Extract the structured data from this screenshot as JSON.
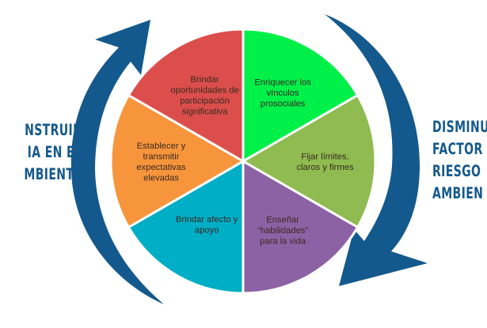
{
  "diagram": {
    "title": "Factores de resiliencia",
    "left_label": {
      "lines": [
        "CONSTRUIR",
        "RESILIENCIA EN EL",
        "AMBIENTE"
      ],
      "visible_lines": [
        "NSTRUIR",
        "IA EN EL",
        "MBIENTE"
      ]
    },
    "right_label": {
      "lines": [
        "DISMINUIR",
        "FACTORES DE",
        "RIESGO EN EL",
        "AMBIENTE"
      ],
      "visible_lines": [
        "DISMINU",
        "FACTOR",
        "RIESGO",
        "AMBIEN"
      ]
    },
    "slices": [
      {
        "id": "enriquecer",
        "lines": [
          "Enriquecer los",
          "vínculos",
          "prosociales"
        ],
        "color": "#00f04a"
      },
      {
        "id": "fijar",
        "lines": [
          "Fijar límites,",
          "claros y firmes"
        ],
        "color": "#8fbb50"
      },
      {
        "id": "ensenar",
        "lines": [
          "Enseñar",
          "“habilidades”",
          "para la vida"
        ],
        "color": "#8c62a5"
      },
      {
        "id": "afecto",
        "lines": [
          "Brindar afecto y",
          "apoyo"
        ],
        "color": "#00aec6"
      },
      {
        "id": "establecer",
        "lines": [
          "Establecer y",
          "transmitir",
          "expectativas",
          "elevadas"
        ],
        "color": "#f7953c"
      },
      {
        "id": "oportunidades",
        "lines": [
          "Brindar",
          "oportunidades de",
          "participación",
          "significativa"
        ],
        "color": "#db4e4c"
      }
    ],
    "arrow_color": "#14598d"
  }
}
